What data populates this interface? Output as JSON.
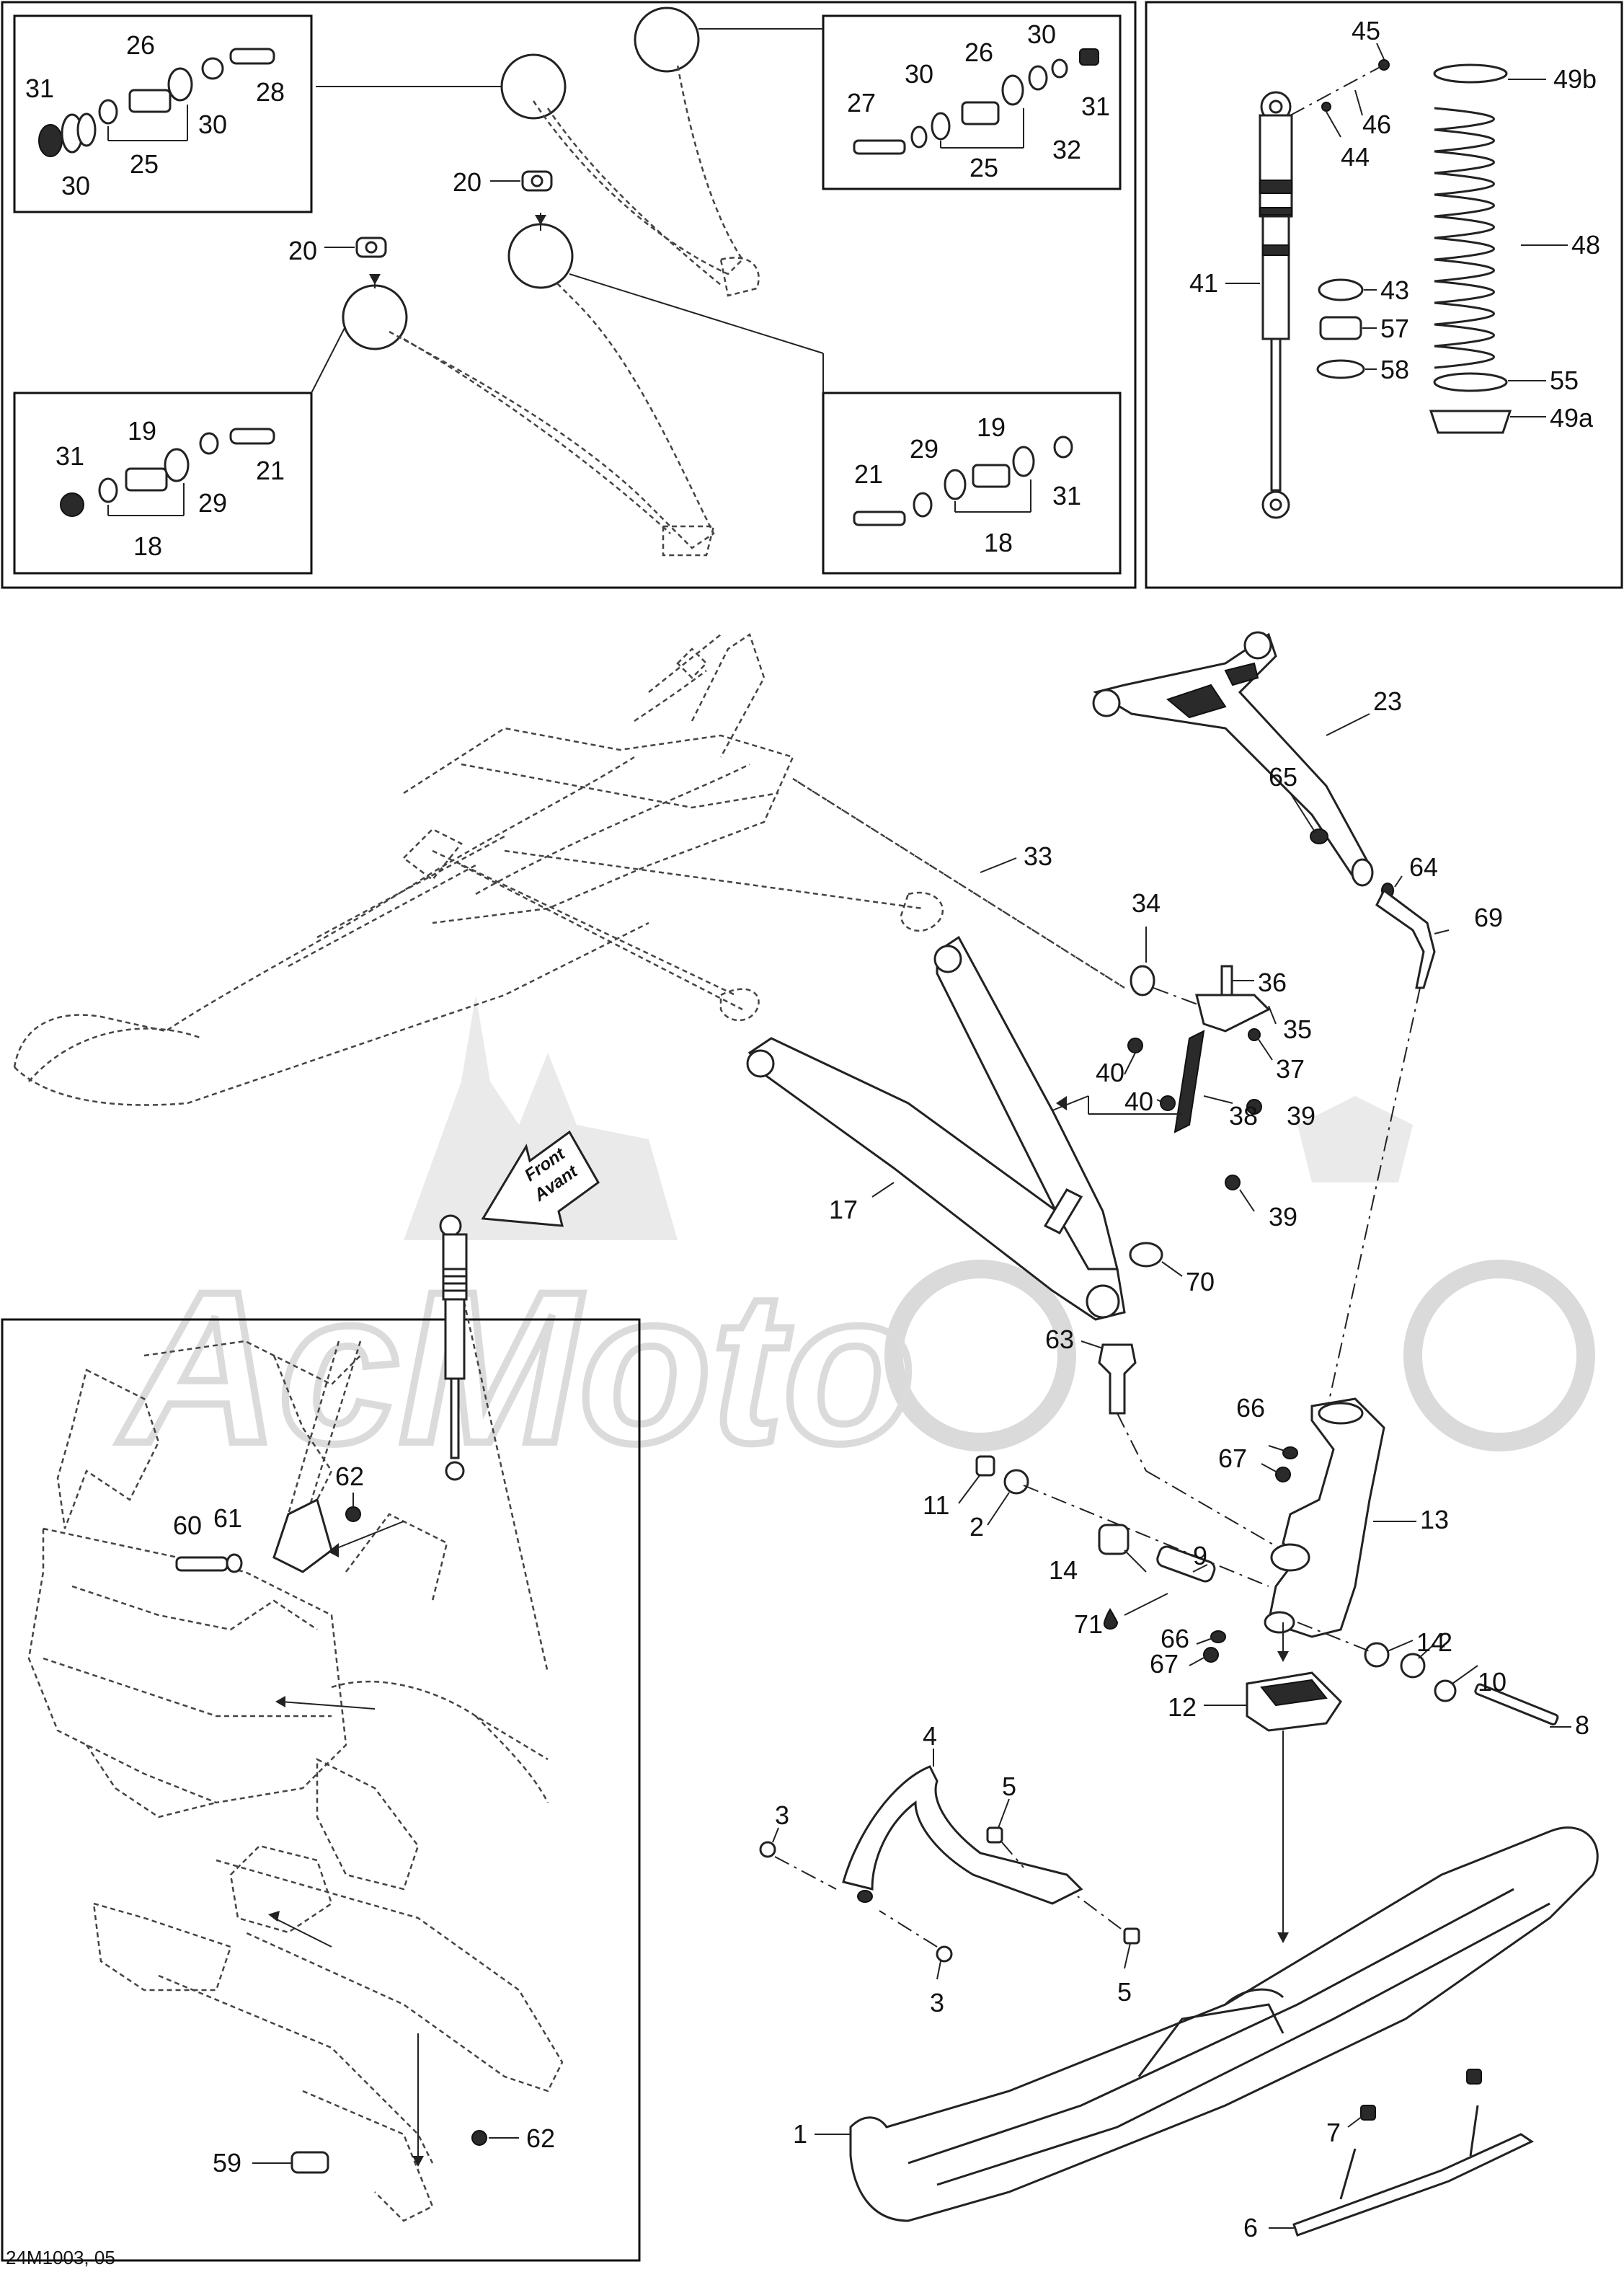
{
  "drawing_code": "24M1003, 05",
  "front_arrow": {
    "line1": "Front",
    "line2": "Avant"
  },
  "watermark": "AcMoto",
  "labels": {
    "l1": "1",
    "l2a": "2",
    "l2b": "2",
    "l3a": "3",
    "l3b": "3",
    "l4": "4",
    "l5a": "5",
    "l5b": "5",
    "l6": "6",
    "l7": "7",
    "l8": "8",
    "l9": "9",
    "l10": "10",
    "l11": "11",
    "l12": "12",
    "l13": "13",
    "l14a": "14",
    "l14b": "14",
    "l17": "17",
    "l18a": "18",
    "l18b": "18",
    "l19a": "19",
    "l19b": "19",
    "l20a": "20",
    "l20b": "20",
    "l21a": "21",
    "l21b": "21",
    "l23": "23",
    "l25a": "25",
    "l25b": "25",
    "l26a": "26",
    "l26b": "26",
    "l27": "27",
    "l28": "28",
    "l29a": "29",
    "l29b": "29",
    "l30a": "30",
    "l30b": "30",
    "l30c": "30",
    "l30d": "30",
    "l31a": "31",
    "l31b": "31",
    "l31c": "31",
    "l31d": "31",
    "l32": "32",
    "l33": "33",
    "l34": "34",
    "l35": "35",
    "l36": "36",
    "l37": "37",
    "l38": "38",
    "l39a": "39",
    "l39b": "39",
    "l40a": "40",
    "l40b": "40",
    "l41": "41",
    "l43": "43",
    "l44": "44",
    "l45": "45",
    "l46": "46",
    "l48": "48",
    "l49a": "49a",
    "l49b": "49b",
    "l55": "55",
    "l57": "57",
    "l58": "58",
    "l59": "59",
    "l60": "60",
    "l61": "61",
    "l62a": "62",
    "l62b": "62",
    "l63": "63",
    "l64": "64",
    "l65": "65",
    "l66a": "66",
    "l66b": "66",
    "l67a": "67",
    "l67b": "67",
    "l69": "69",
    "l70": "70",
    "l71": "71"
  }
}
